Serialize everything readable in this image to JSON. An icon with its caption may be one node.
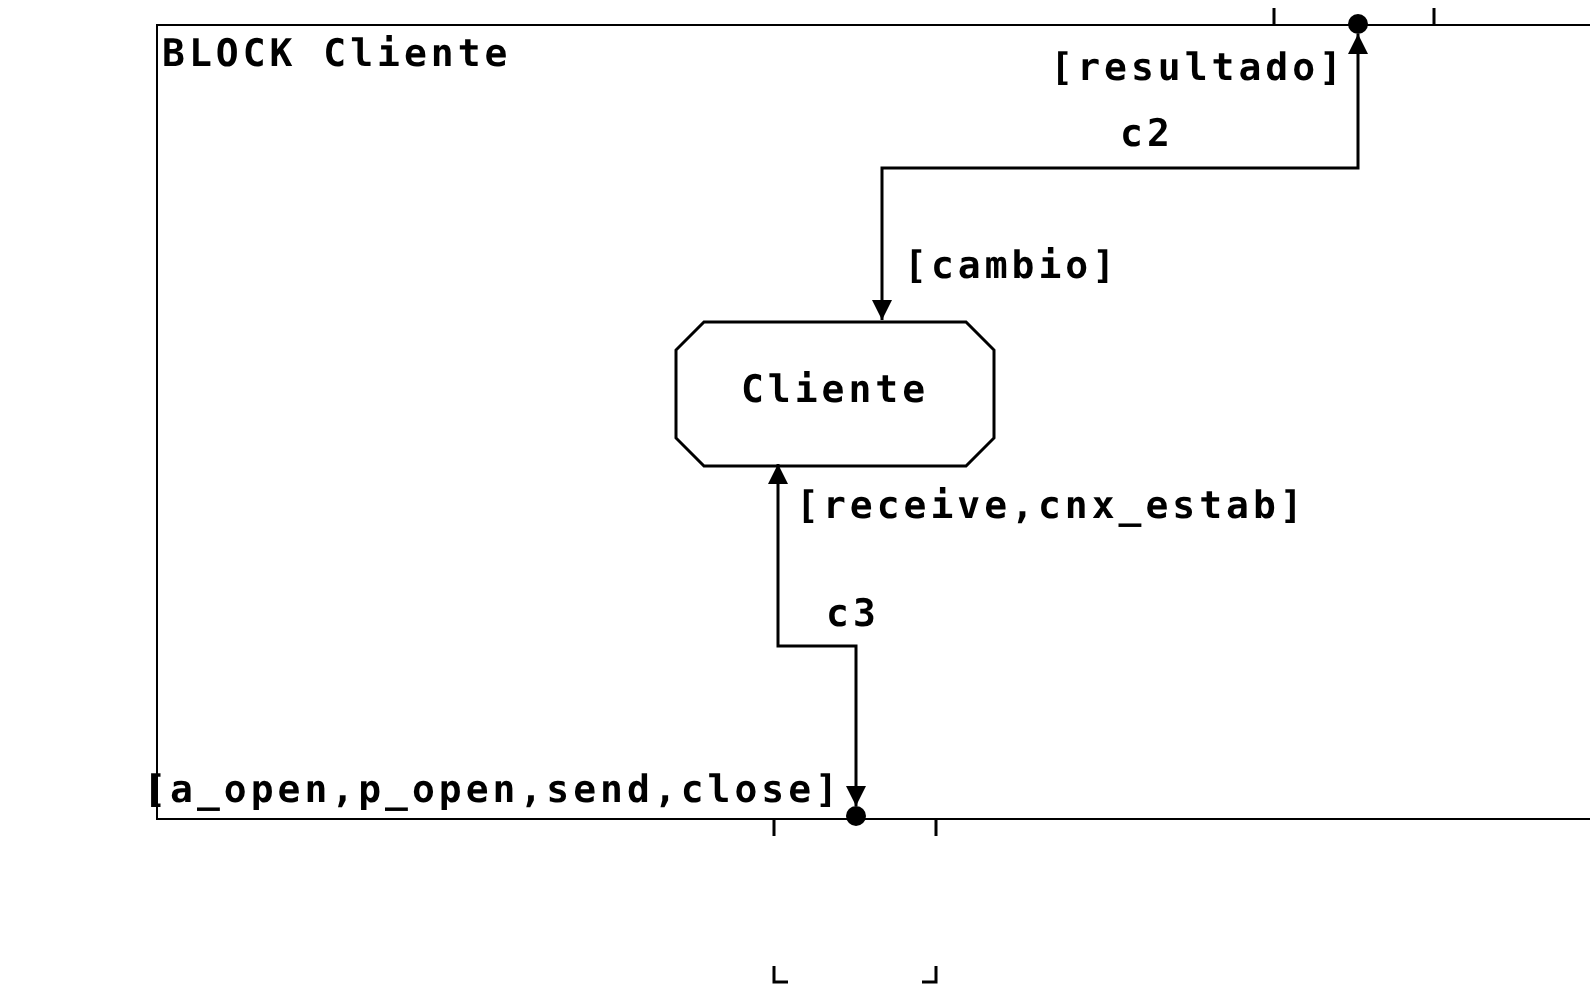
{
  "diagram": {
    "nodes": [
      {
        "text": [
          "BLOCK Cliente"
        ]
      },
      {
        "text": [
          "Cliente"
        ],
        "in": 0
      },
      {
        "text": [],
        "shape": "circle"
      },
      {
        "text": [],
        "shape": "circle"
      }
    ],
    "edges": [
      {
        "from": 2,
        "to": 1,
        "arrow": "both",
        "label": "c2"
      },
      {
        "from": 1,
        "to": 3,
        "arrow": "both",
        "label": "c3"
      }
    ],
    "labels": [
      "[resultado]",
      "[cambio]",
      "[receive,cnx_estab]",
      "[a_open,p_open,send,close]"
    ]
  }
}
